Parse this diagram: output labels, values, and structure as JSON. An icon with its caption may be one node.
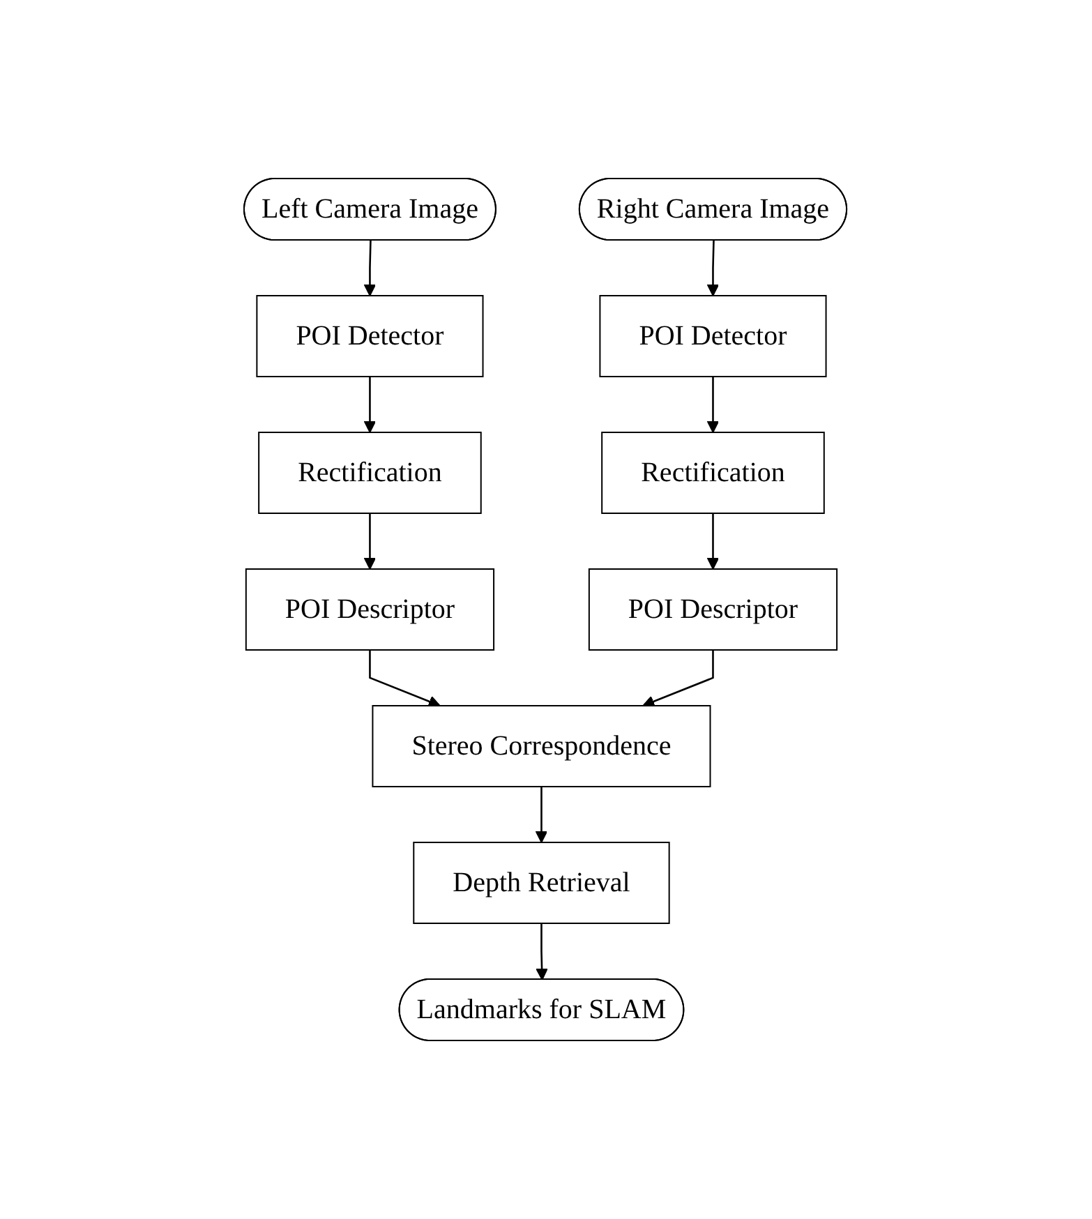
{
  "diagram": {
    "nodes": [
      {
        "text": [
          "Left Camera Image"
        ]
      },
      {
        "text": [
          "Right Camera Image"
        ]
      },
      {
        "text": [
          "POI Detector"
        ]
      },
      {
        "text": [
          "POI Detector"
        ]
      },
      {
        "text": [
          "Rectification"
        ]
      },
      {
        "text": [
          "Rectification"
        ]
      },
      {
        "text": [
          "POI Descriptor"
        ]
      },
      {
        "text": [
          "POI Descriptor"
        ]
      },
      {
        "text": [
          "Stereo Correspondence"
        ]
      },
      {
        "text": [
          "Depth Retrieval"
        ]
      },
      {
        "text": [
          "Landmarks for SLAM"
        ]
      }
    ],
    "edges": [
      {
        "from": 0,
        "to": 2,
        "arrow": "to"
      },
      {
        "from": 1,
        "to": 3,
        "arrow": "to"
      },
      {
        "from": 2,
        "to": 4,
        "arrow": "to"
      },
      {
        "from": 3,
        "to": 5,
        "arrow": "to"
      },
      {
        "from": 4,
        "to": 6,
        "arrow": "to"
      },
      {
        "from": 5,
        "to": 7,
        "arrow": "to"
      },
      {
        "from": 6,
        "to": 8,
        "arrow": "to"
      },
      {
        "from": 7,
        "to": 8,
        "arrow": "to"
      },
      {
        "from": 8,
        "to": 9,
        "arrow": "to"
      },
      {
        "from": 9,
        "to": 10,
        "arrow": "to"
      }
    ]
  }
}
